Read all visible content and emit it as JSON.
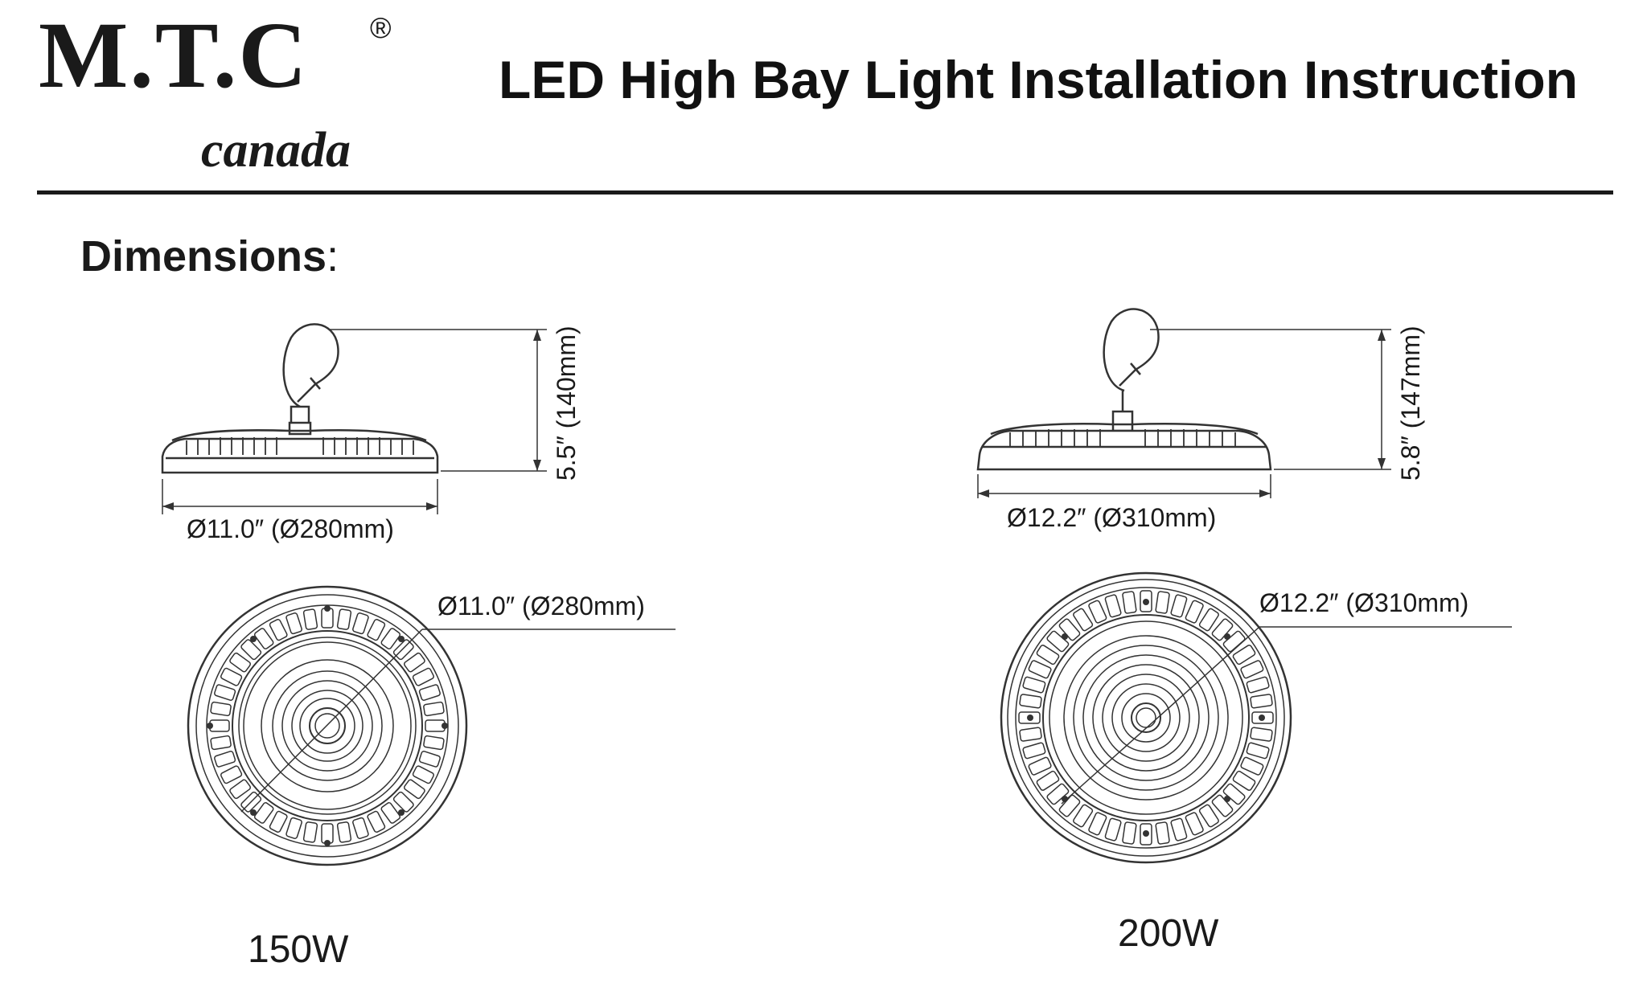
{
  "header": {
    "logo": "M.T.C",
    "logo_reg": "®",
    "logo_sub": "canada",
    "title": "LED High Bay Light Installation Instruction"
  },
  "section": {
    "title": "Dimensions",
    "colon": ":"
  },
  "models": [
    {
      "wattage": "150W",
      "side_width_label": "Ø11.0″ (Ø280mm)",
      "side_height_label": "5.5″ (140mm)",
      "top_diameter_label": "Ø11.0″ (Ø280mm)"
    },
    {
      "wattage": "200W",
      "side_width_label": "Ø12.2″ (Ø310mm)",
      "side_height_label": "5.8″ (147mm)",
      "top_diameter_label": "Ø12.2″ (Ø310mm)"
    }
  ],
  "colors": {
    "ink": "#1a1a1a",
    "line": "#333333"
  }
}
